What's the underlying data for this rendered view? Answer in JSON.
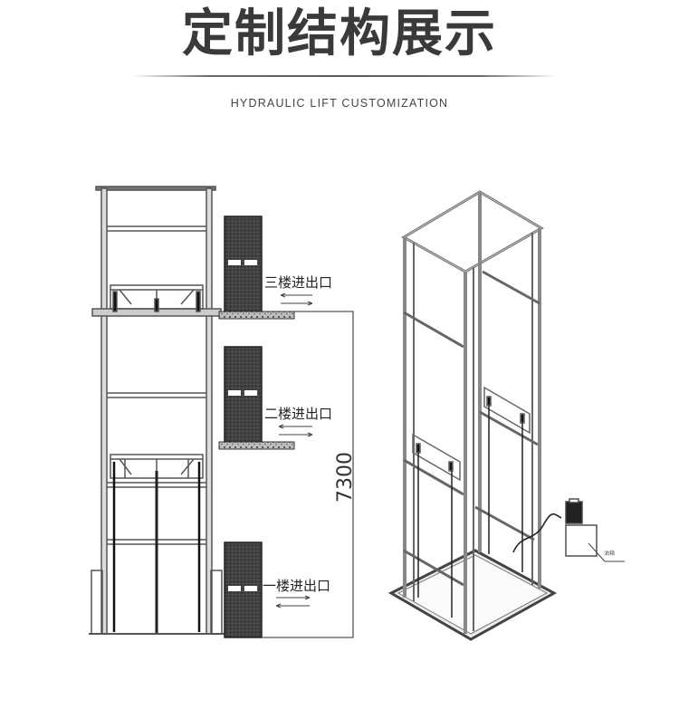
{
  "header": {
    "title": "定制结构展示",
    "subtitle": "HYDRAULIC LIFT CUSTOMIZATION"
  },
  "front_view": {
    "floor_labels": [
      {
        "floor": 3,
        "label": "三楼进出口"
      },
      {
        "floor": 2,
        "label": "二楼进出口"
      },
      {
        "floor": 1,
        "label": "一楼进出口"
      }
    ],
    "height_dimension": "7300"
  },
  "iso_view": {
    "components": [
      "guide-rail-frame",
      "lift-platform",
      "hydraulic-pump-station",
      "base-pit"
    ]
  },
  "colors": {
    "title": "#3a3a3a",
    "line": "#555555",
    "door_fill": "#3c3c3c",
    "background": "#ffffff"
  }
}
